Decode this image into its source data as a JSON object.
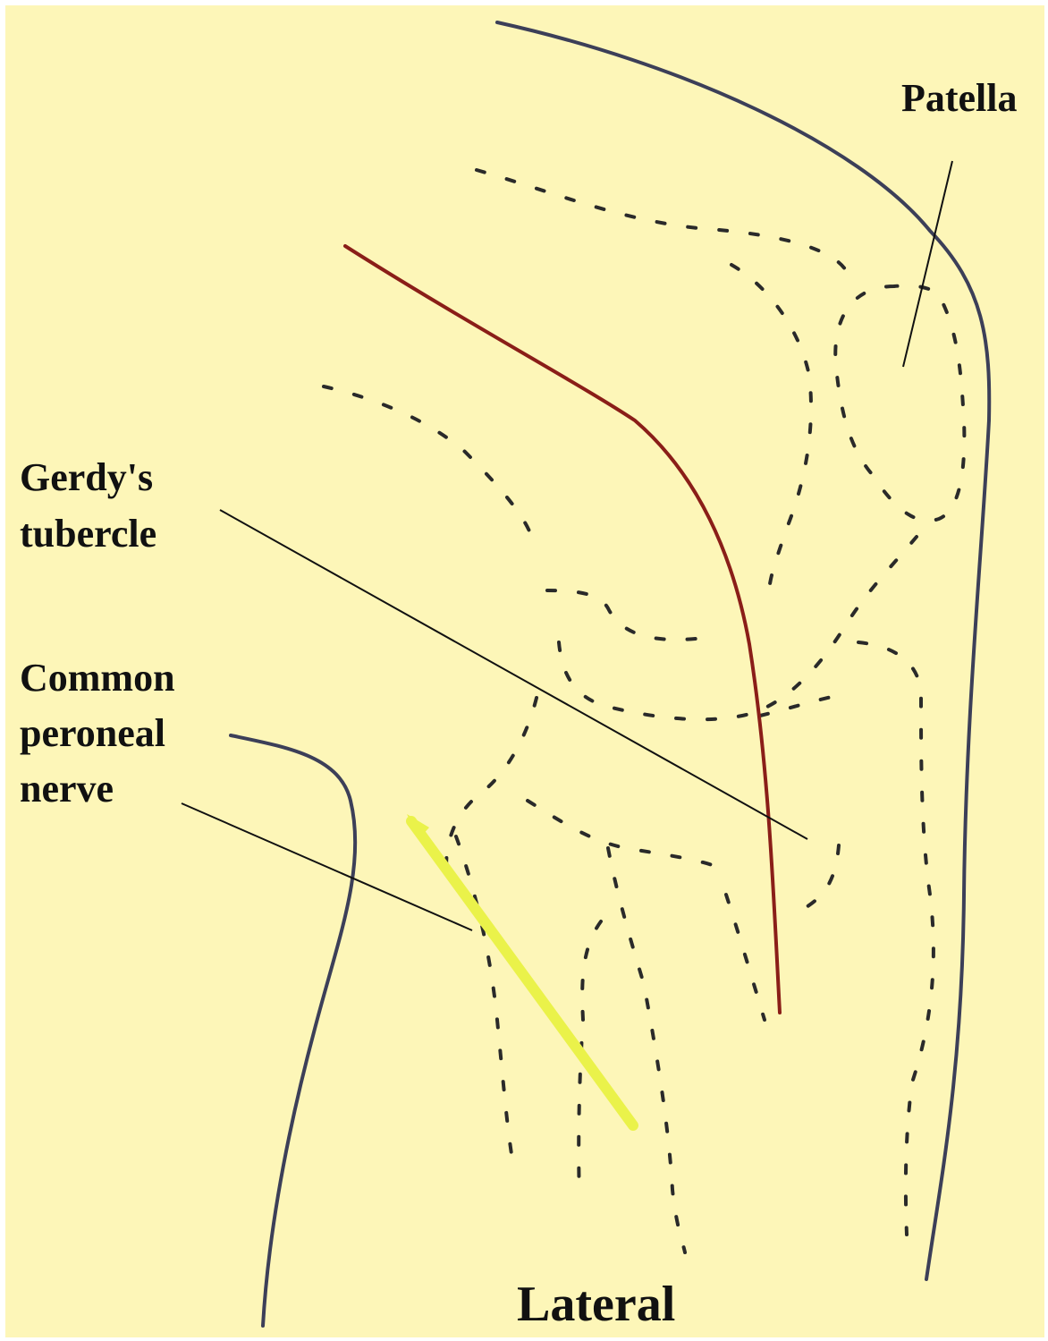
{
  "colors": {
    "background": "#fdf6b8",
    "outline": "#3c3f58",
    "dashed": "#2a2a2a",
    "leader": "#111111",
    "incision": "#8a1e18",
    "nerve": "#eaf24a"
  },
  "labels": {
    "patella": "Patella",
    "gerdys_line1": "Gerdy's",
    "gerdys_line2": "tubercle",
    "nerve_line1": "Common",
    "nerve_line2": "peroneal",
    "nerve_line3": "nerve",
    "lateral": "Lateral"
  }
}
